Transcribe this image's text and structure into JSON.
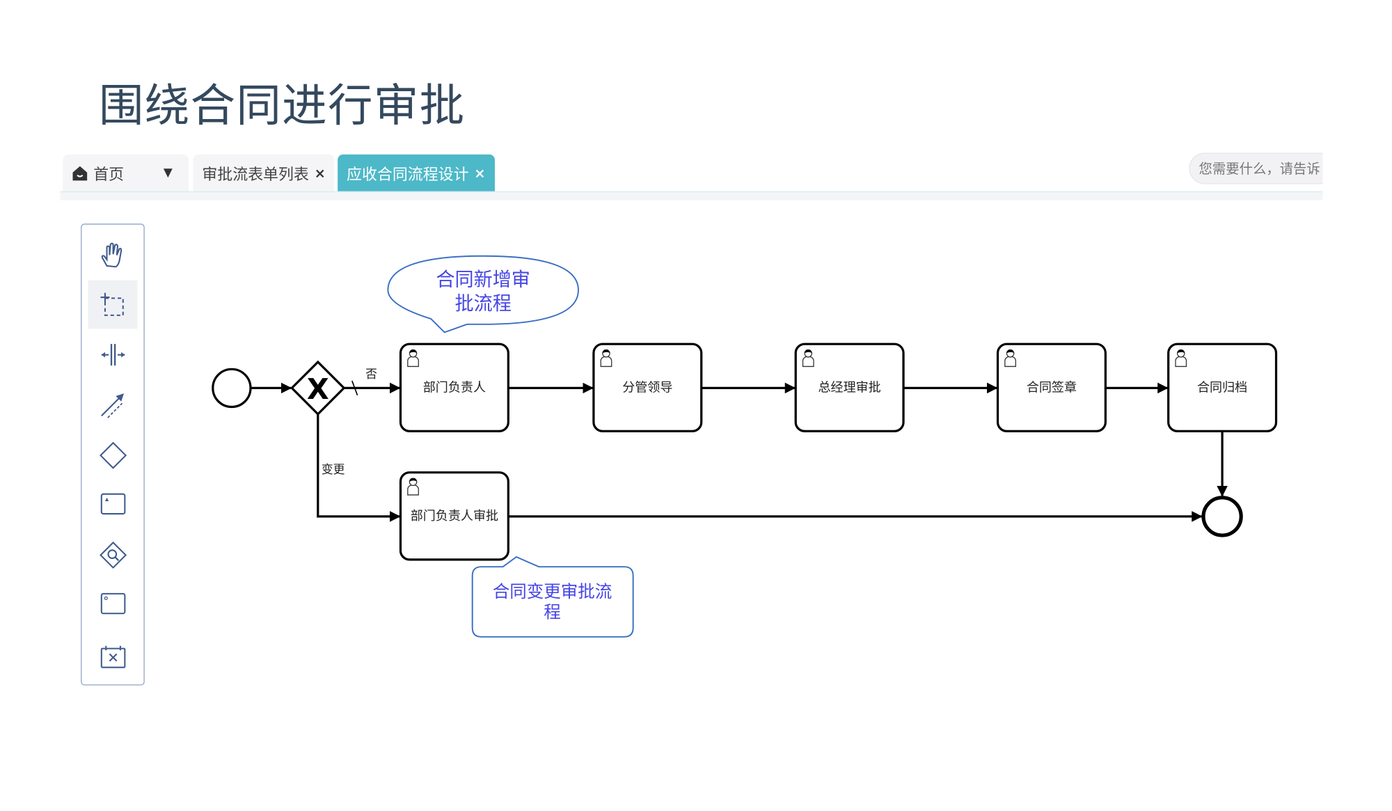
{
  "page_title": "围绕合同进行审批",
  "tabs": [
    {
      "label": "首页",
      "icon": "home-icon",
      "dropdown": true
    },
    {
      "label": "审批流表单列表",
      "closable": true
    },
    {
      "label": "应收合同流程设计",
      "closable": true,
      "active": true
    }
  ],
  "close_glyph": "×",
  "search": {
    "placeholder": "您需要什么，请告诉"
  },
  "palette": [
    "hand-tool",
    "lasso-tool",
    "space-tool",
    "global-connect-tool",
    "gateway",
    "user-task",
    "inclusive-gateway",
    "sub-process",
    "cancel-event"
  ],
  "diagram": {
    "flow_labels": {
      "no": "否",
      "change": "变更"
    },
    "tasks": [
      "部门负责人",
      "分管领导",
      "总经理审批",
      "合同签章",
      "合同归档",
      "部门负责人审批"
    ],
    "callouts": [
      {
        "lines": [
          "合同新增审",
          "批流程"
        ]
      },
      {
        "lines": [
          "合同变更审批流",
          "程"
        ]
      }
    ],
    "gateway_marker": "X"
  },
  "colors": {
    "accent": "#4db8c8",
    "title": "#34495e",
    "callout_stroke": "#3a6fc4",
    "callout_text": "#4545e6",
    "palette_icon": "#3f5b8c"
  }
}
